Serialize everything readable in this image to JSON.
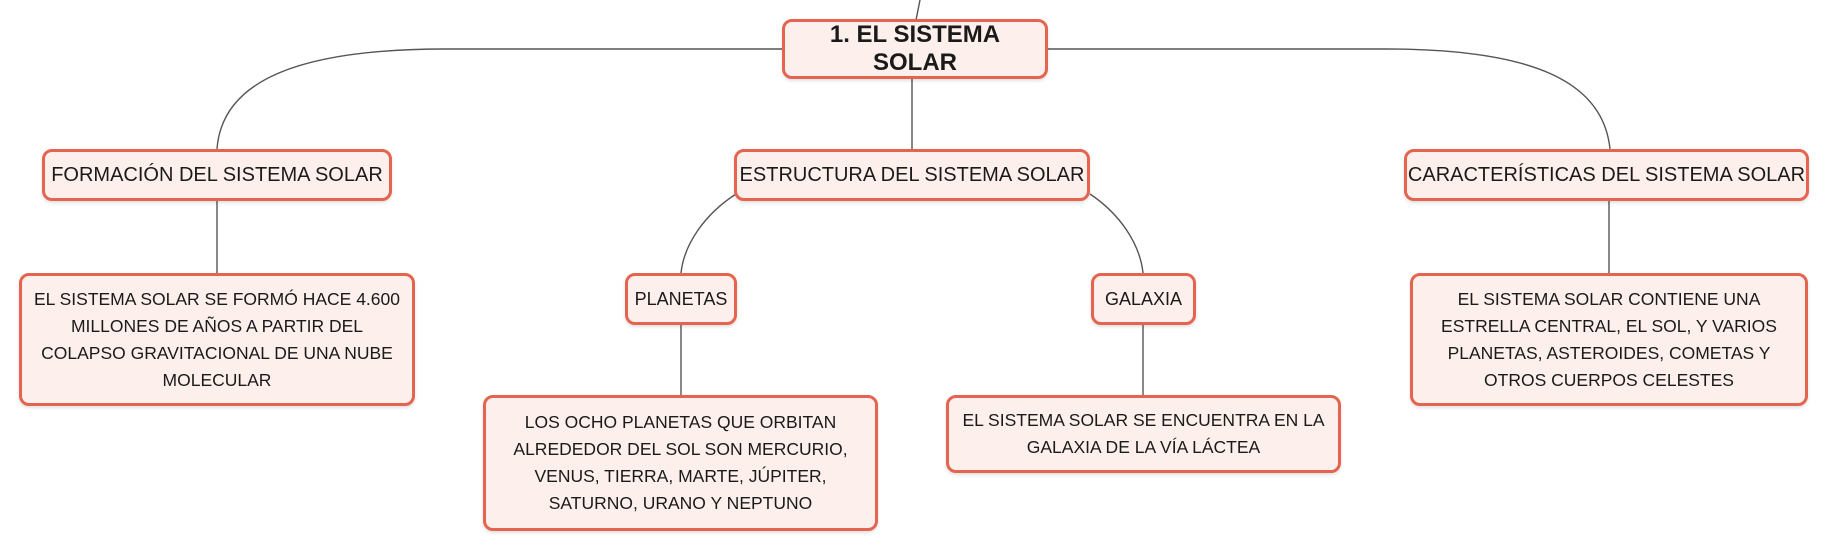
{
  "colors": {
    "node_border": "#e4644f",
    "node_fill": "#fdf0ec",
    "connector": "#555555",
    "text": "#1a1a1a"
  },
  "diagram": {
    "root": {
      "label": "1. EL SISTEMA SOLAR"
    },
    "branches": {
      "formacion": {
        "label": "FORMACIÓN DEL SISTEMA SOLAR",
        "detail": "EL SISTEMA SOLAR SE FORMÓ HACE 4.600 MILLONES DE AÑOS A PARTIR DEL COLAPSO GRAVITACIONAL DE UNA NUBE MOLECULAR"
      },
      "estructura": {
        "label": "ESTRUCTURA DEL SISTEMA SOLAR",
        "planetas": {
          "label": "PLANETAS",
          "detail": "LOS OCHO PLANETAS QUE ORBITAN ALREDEDOR DEL SOL SON MERCURIO, VENUS, TIERRA, MARTE, JÚPITER, SATURNO, URANO Y NEPTUNO"
        },
        "galaxia": {
          "label": "GALAXIA",
          "detail": "EL SISTEMA SOLAR SE ENCUENTRA EN LA GALAXIA DE LA VÍA LÁCTEA"
        }
      },
      "caracteristicas": {
        "label": "CARACTERÍSTICAS DEL SISTEMA SOLAR",
        "detail": "EL SISTEMA SOLAR CONTIENE UNA ESTRELLA CENTRAL, EL SOL, Y VARIOS PLANETAS, ASTEROIDES, COMETAS Y OTROS CUERPOS CELESTES"
      }
    }
  }
}
